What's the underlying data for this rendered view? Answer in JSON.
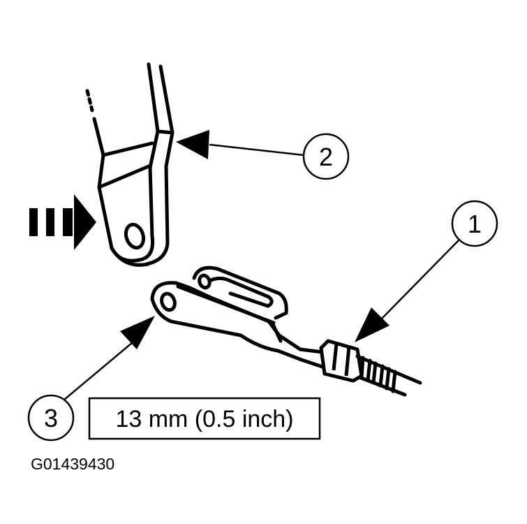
{
  "callouts": [
    {
      "number": "1"
    },
    {
      "number": "2"
    },
    {
      "number": "3"
    }
  ],
  "dimension_label": "13 mm (0.5 inch)",
  "figure_code": "G01439430",
  "colors": {
    "ink": "#000000",
    "paper": "#ffffff"
  }
}
